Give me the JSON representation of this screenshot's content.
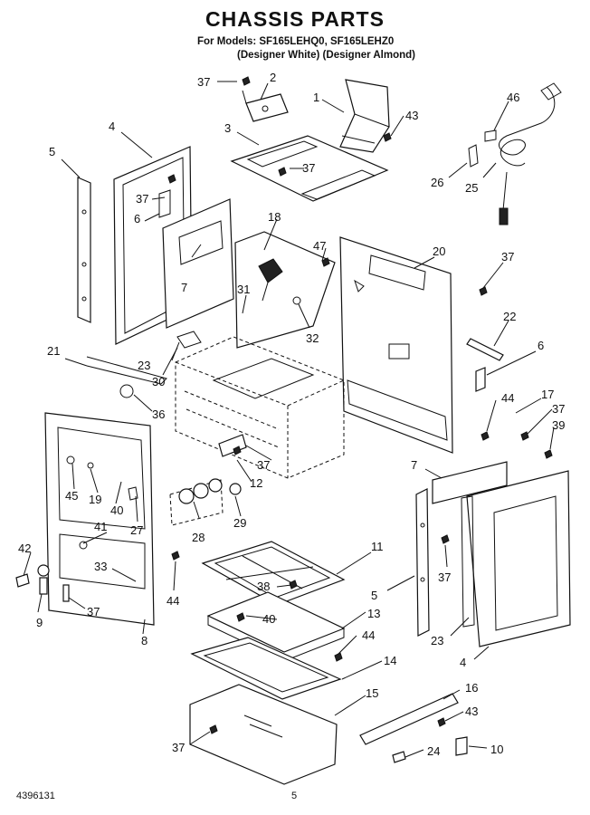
{
  "header": {
    "title": "CHASSIS PARTS",
    "models_line": "For Models: SF165LEHQ0, SF165LEHZ0",
    "variants_line": "(Designer White) (Designer Almond)"
  },
  "footer": {
    "doc_number": "4396131",
    "page_number": "5"
  },
  "callouts": [
    "1",
    "2",
    "3",
    "4",
    "5",
    "6",
    "7",
    "8",
    "9",
    "10",
    "11",
    "12",
    "13",
    "14",
    "15",
    "16",
    "17",
    "18",
    "19",
    "20",
    "21",
    "22",
    "23",
    "24",
    "25",
    "26",
    "27",
    "28",
    "29",
    "30",
    "31",
    "32",
    "33",
    "36",
    "37",
    "38",
    "39",
    "40",
    "41",
    "42",
    "43",
    "44",
    "45",
    "46",
    "47"
  ]
}
